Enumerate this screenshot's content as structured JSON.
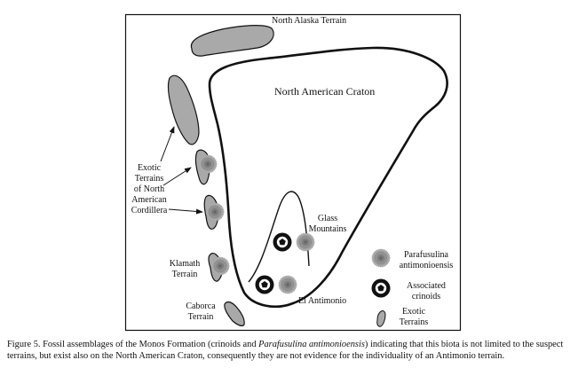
{
  "figure": {
    "labels": {
      "north_alaska": "North Alaska Terrain",
      "craton": "North American Craton",
      "exotic_cordillera": [
        "Exotic",
        "Terrains",
        "of North",
        "American",
        "Cordillera"
      ],
      "klamath": [
        "Klamath",
        "Terrain"
      ],
      "caborca": [
        "Caborca",
        "Terrain"
      ],
      "glass_mountains": [
        "Glass",
        "Mountains"
      ],
      "el_antimonio": "El Antimonio"
    },
    "legend": [
      {
        "symbol": "parafusulina-icon",
        "label": [
          "Parafusulina",
          "antimonioensis"
        ]
      },
      {
        "symbol": "crinoid-icon",
        "label": [
          "Associated",
          "crinoids"
        ]
      },
      {
        "symbol": "exotic-terrain-icon",
        "label": [
          "Exotic",
          "Terrains"
        ]
      }
    ],
    "colors": {
      "terrain_fill": "#a9a9a9",
      "outline": "#111111",
      "fossil_fill": "#8c8c8c",
      "crinoid": "#111111"
    }
  },
  "caption": {
    "prefix": "Figure 5. Fossil assemblages of the Monos Formation (crinoids and ",
    "italic": "Parafusulina antimonioensis",
    "suffix": ") indicating that this biota is not limited to the suspect terrains, but exist also on the North American Craton, consequently they are not evidence for the individuality of an Antimonio terrain."
  }
}
